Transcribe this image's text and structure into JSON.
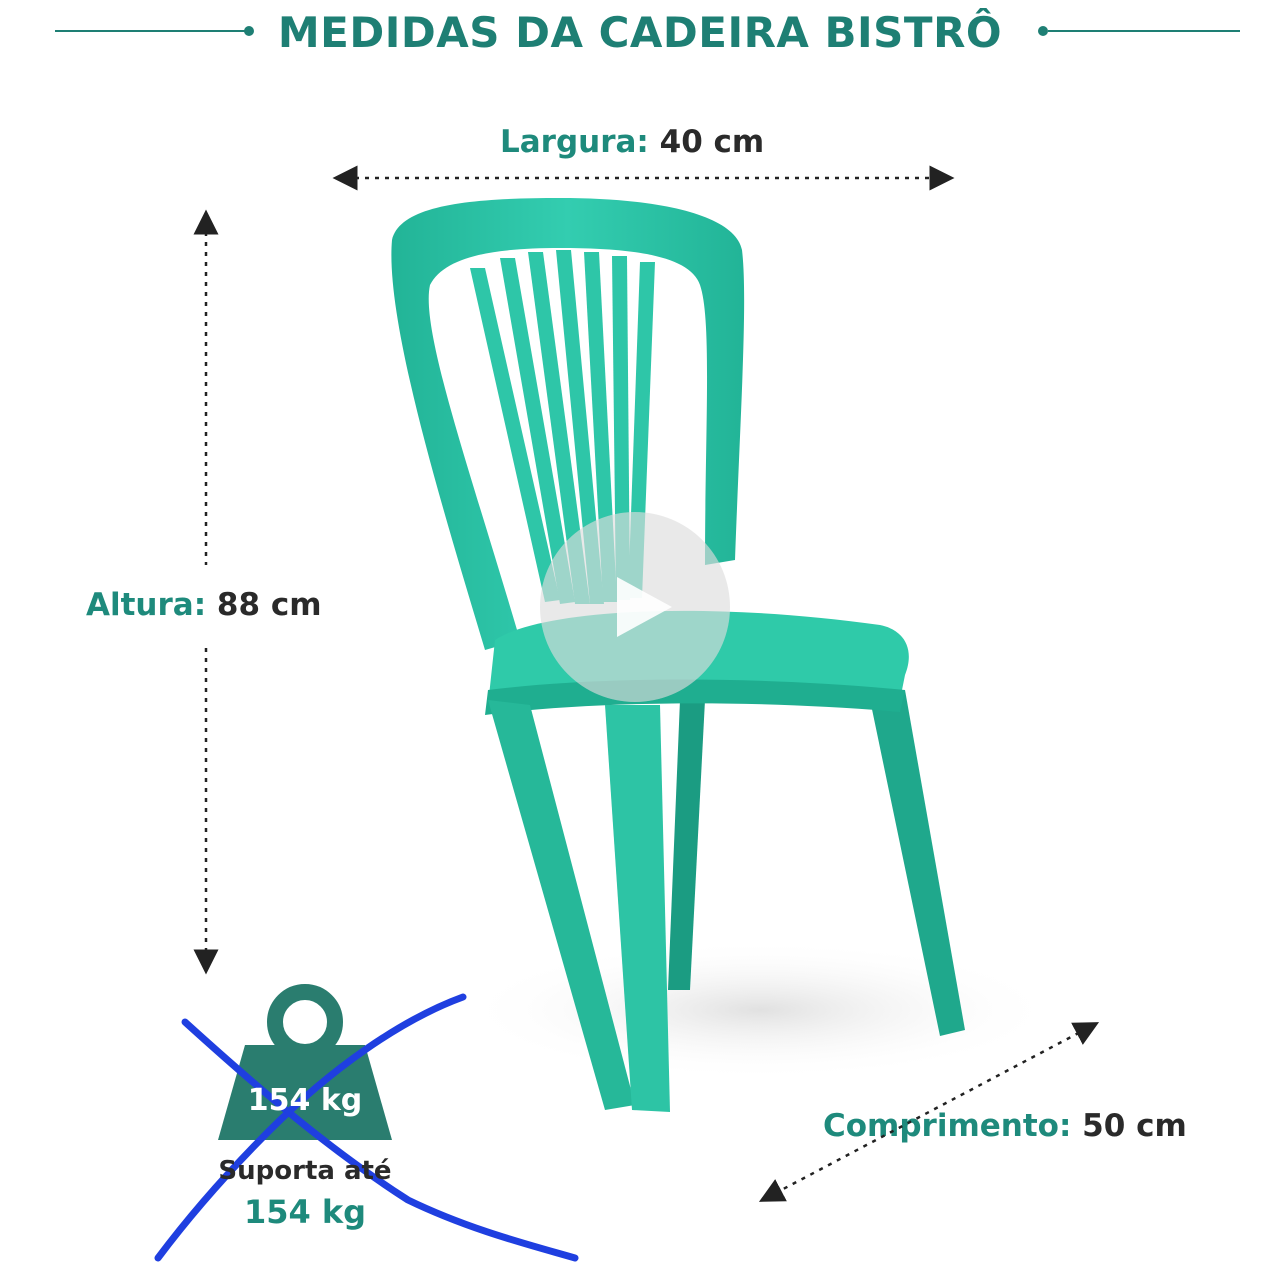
{
  "title": "MEDIDAS DA CADEIRA BISTRÔ",
  "dimensions": {
    "width": {
      "label": "Largura:",
      "value": "40 cm"
    },
    "height": {
      "label": "Altura:",
      "value": "88 cm"
    },
    "length": {
      "label": "Comprimento:",
      "value": "50 cm"
    }
  },
  "weight": {
    "badge": "154 kg",
    "support_label": "Suporta até",
    "support_value": "154 kg"
  },
  "colors": {
    "chair": "#29c4a6",
    "brand": "#1e7f74",
    "weight_icon": "#2a7d6f",
    "scribble": "#1f3fe0"
  },
  "icons": [
    "weight-icon",
    "play-icon"
  ]
}
